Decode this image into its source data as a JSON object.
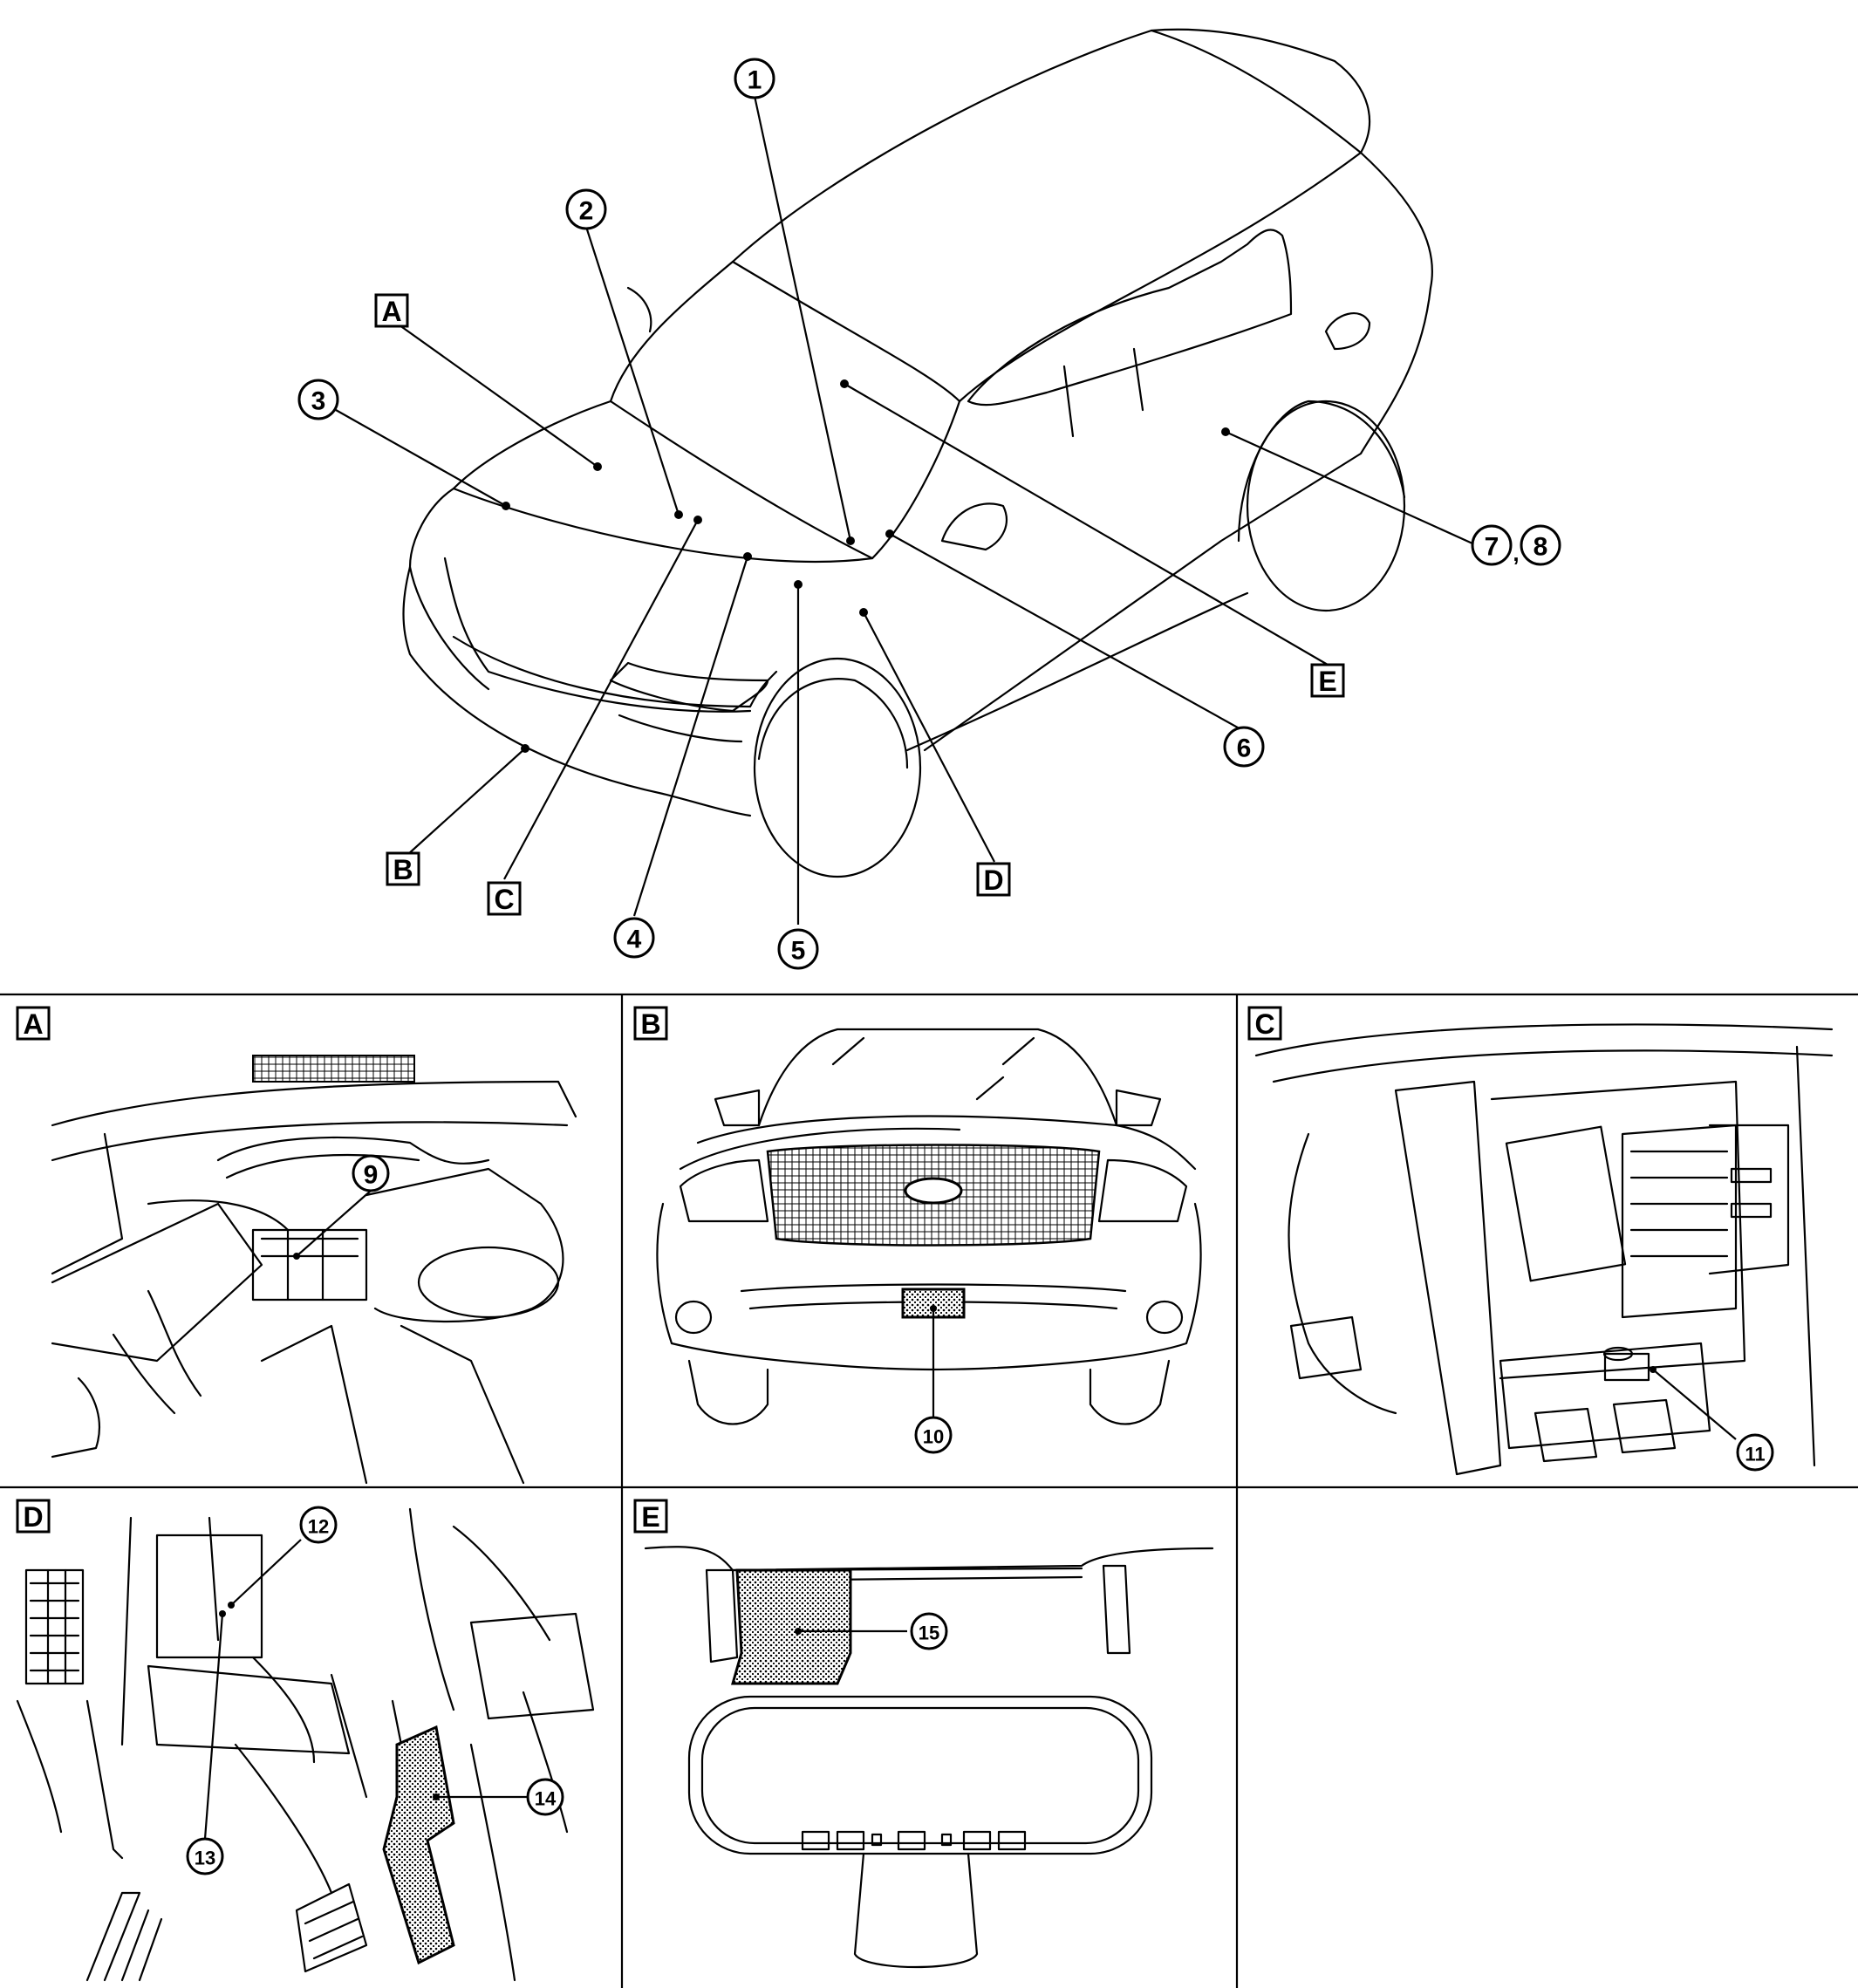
{
  "callouts": {
    "c1": "1",
    "c2": "2",
    "c3": "3",
    "c4": "4",
    "c5": "5",
    "c6": "6",
    "c7": "7",
    "c8": "8",
    "c9": "9",
    "c10": "10",
    "c11": "11",
    "c12": "12",
    "c13": "13",
    "c14": "14",
    "c15": "15",
    "comma": ","
  },
  "view_labels": {
    "a": "A",
    "b": "B",
    "c": "C",
    "d": "D",
    "e": "E"
  }
}
